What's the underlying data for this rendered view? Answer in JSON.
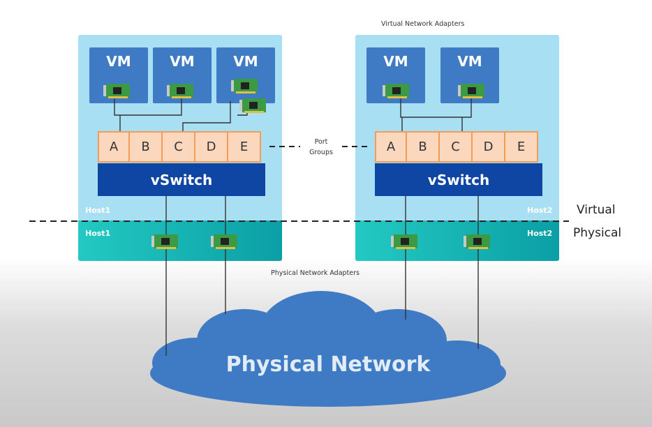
{
  "captions": {
    "virtual_adapters": "Virtual Network Adapters",
    "physical_adapters": "Physical Network Adapters",
    "port_groups_line1": "Port",
    "port_groups_line2": "Groups"
  },
  "labels": {
    "virtual": "Virtual",
    "physical": "Physical"
  },
  "cloud": {
    "text": "Physical Network"
  },
  "host1": {
    "name_virtual": "Host1",
    "name_physical": "Host1",
    "vms": [
      "VM",
      "VM",
      "VM"
    ],
    "ports": [
      "A",
      "B",
      "C",
      "D",
      "E"
    ],
    "switch": "vSwitch"
  },
  "host2": {
    "name_virtual": "Host2",
    "name_physical": "Host2",
    "vms": [
      "VM",
      "VM"
    ],
    "ports": [
      "A",
      "B",
      "C",
      "D",
      "E"
    ],
    "switch": "vSwitch"
  },
  "colors": {
    "host_bg": "#a9dff2",
    "physical_strip": "#1bb9b8",
    "vm": "#3f7bc4",
    "port_fill": "#fbd7bd",
    "port_border": "#f39c57",
    "vswitch": "#0f46a3",
    "cloud": "#3f7bc4",
    "nic_board": "#4caf50"
  }
}
